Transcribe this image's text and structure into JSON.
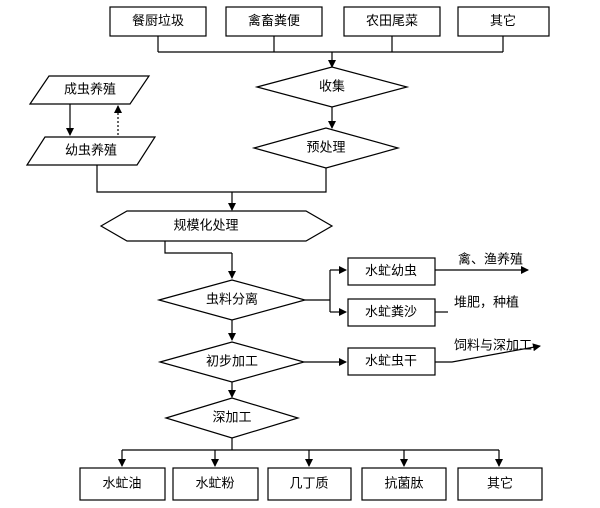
{
  "sources": [
    "餐厨垃圾",
    "禽畜粪便",
    "农田尾菜",
    "其它"
  ],
  "collect": "收集",
  "preprocess": "预处理",
  "adult_breeding": "成虫养殖",
  "larva_breeding": "幼虫养殖",
  "scale_processing": "规模化处理",
  "separation": "虫料分离",
  "initial_processing": "初步加工",
  "deep_processing": "深加工",
  "products_mid": [
    "水虻幼虫",
    "水虻粪沙",
    "水虻虫干"
  ],
  "uses": [
    "禽、渔养殖",
    "堆肥，种植",
    "饲料与深加工"
  ],
  "final_products": [
    "水虻油",
    "水虻粉",
    "几丁质",
    "抗菌肽",
    "其它"
  ]
}
